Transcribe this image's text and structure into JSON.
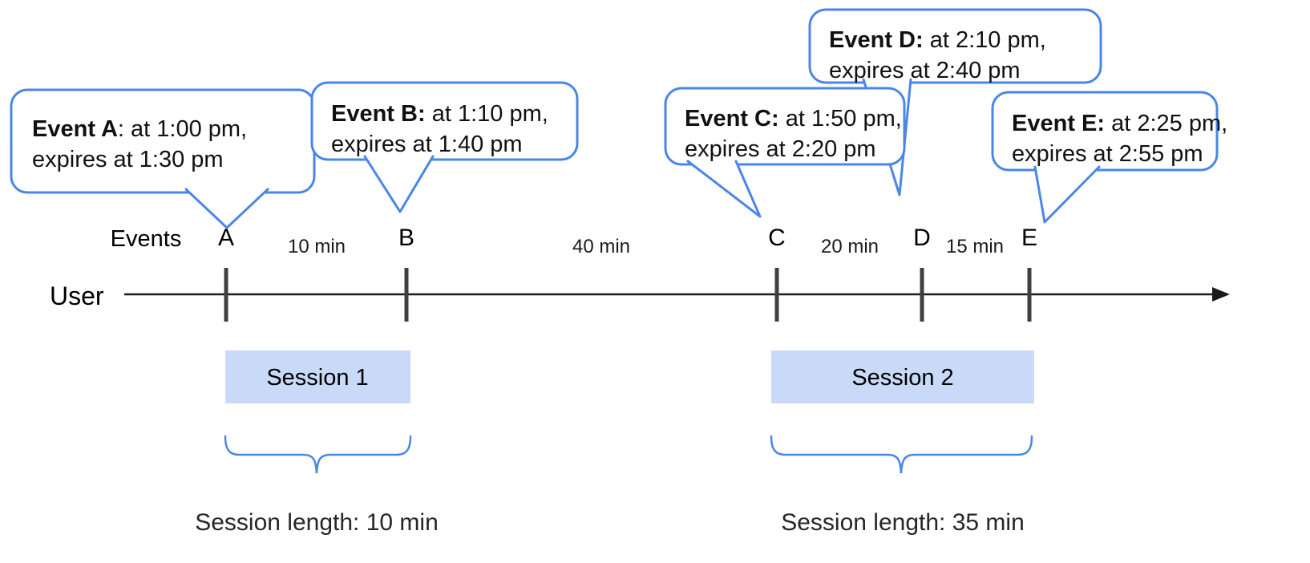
{
  "diagram": {
    "axis": {
      "user_label": "User",
      "events_label": "Events"
    },
    "events": [
      {
        "letter": "A"
      },
      {
        "letter": "B"
      },
      {
        "letter": "C"
      },
      {
        "letter": "D"
      },
      {
        "letter": "E"
      }
    ],
    "gaps": [
      "10 min",
      "40 min",
      "20 min",
      "15 min"
    ],
    "bubbles": [
      {
        "bold": "Event A",
        "rest": ": at 1:00 pm,",
        "line2": "expires at 1:30 pm"
      },
      {
        "bold": "Event B:",
        "rest": " at 1:10 pm,",
        "line2": "expires at 1:40 pm"
      },
      {
        "bold": "Event C:",
        "rest": " at 1:50 pm,",
        "line2": "expires at 2:20 pm"
      },
      {
        "bold": "Event D:",
        "rest": " at 2:10 pm,",
        "line2": "expires at 2:40 pm"
      },
      {
        "bold": "Event E:",
        "rest": " at 2:25 pm,",
        "line2": "expires at 2:55 pm"
      }
    ],
    "sessions": [
      {
        "label": "Session 1",
        "length_label": "Session length: 10 min"
      },
      {
        "label": "Session 2",
        "length_label": "Session length: 35 min"
      }
    ],
    "colors": {
      "accent_blue": "#4a86e8",
      "session_fill": "#c9daf8",
      "tick_gray": "#3f3f3f",
      "line_black": "#1a1a1a"
    }
  }
}
